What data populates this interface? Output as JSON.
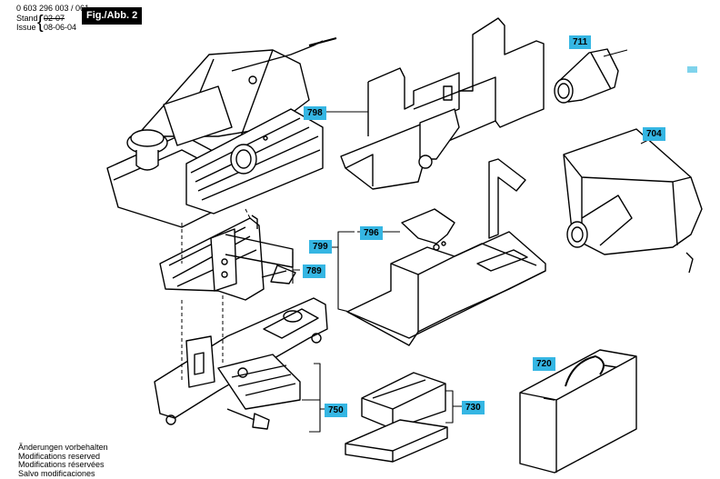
{
  "header": {
    "doc_number": "0 603 296 003 / 061",
    "stand_label": "Stand",
    "stand_value": "02-07",
    "issue_label": "Issue",
    "issue_value": "08-06-04",
    "figure": "Fig./Abb. 2"
  },
  "parts": [
    "711",
    "798",
    "704",
    "799",
    "796",
    "789",
    "720",
    "730",
    "750"
  ],
  "notes": [
    "Änderungen vorbehalten",
    "Modifications reserved",
    "Modifications réservées",
    "Salvo modificaciones"
  ]
}
